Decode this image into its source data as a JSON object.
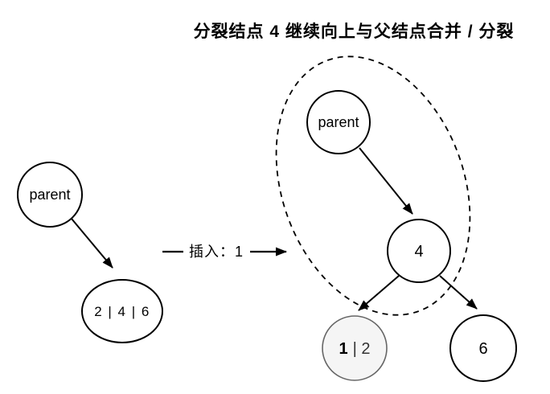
{
  "title": "分裂结点 4 继续向上与父结点合并 / 分裂",
  "insert_action": {
    "label": "插入：1"
  },
  "left_tree": {
    "parent_label": "parent",
    "leaf_label": "2 | 4 | 6"
  },
  "right_tree": {
    "parent_label": "parent",
    "split_node_label": "4",
    "leaf_left": {
      "key_highlight": "1",
      "key_rest": "| 2"
    },
    "leaf_right_label": "6"
  },
  "colors": {
    "stroke": "#000000",
    "highlight_red": "#ff1a1a",
    "leaf_fill": "#f5f5f5",
    "leaf_border": "#666666",
    "text_dark": "#333333"
  }
}
